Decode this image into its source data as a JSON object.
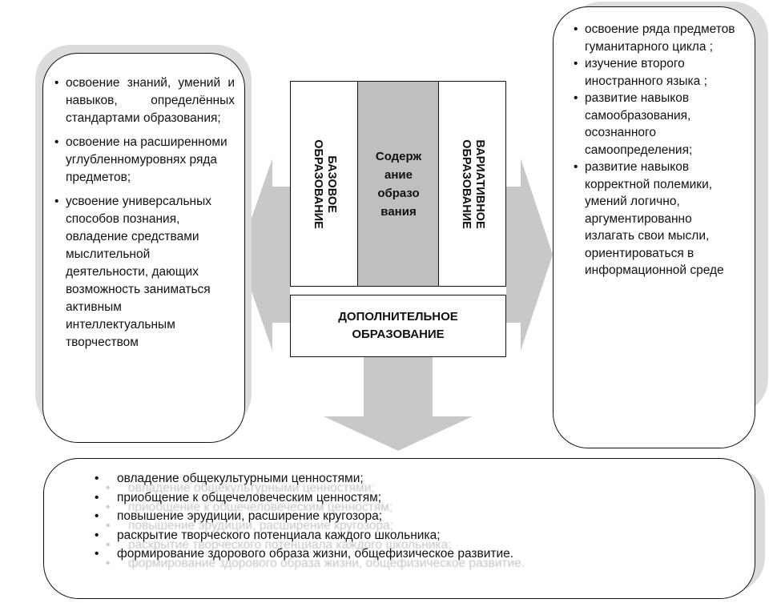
{
  "diagram": {
    "left_items": [
      "освоение знаний, умений и навыков, определённых стандартами образования;",
      "освоение на расширенноми углубленномуровнях ряда предметов;",
      "усвоение универсальных способов познания, овладение средствами мыслительной деятельности, дающих возможность заниматься активным интеллектуальным творчеством"
    ],
    "right_items": [
      "освоение ряда предметов гуманитарного цикла ;",
      "изучение второго иностранного языка ;",
      "развитие навыков самообразования, осознанного самоопределения;",
      "развитие навыков корректной полемики, умений логично, аргументированно излагать свои мысли, ориентироваться в информационной среде"
    ],
    "base_label": "БАЗОВОЕ ОБРАЗОВАНИЕ",
    "content_label": "Содерж ание образо вания",
    "variative_label": "ВАРИАТИВНОЕ ОБРАЗОВАНИЕ",
    "additional_label": "ДОПОЛНИТЕЛЬНОЕ ОБРАЗОВАНИЕ",
    "bottom_items": [
      "овладение общекультурными ценностями;",
      "приобщение к общечеловеческим ценностям;",
      "повышение эрудиции, расширение кругозора;",
      "раскрытие творческого потенциала каждого школьника;",
      "формирование здорового образа жизни, общефизическое развитие."
    ],
    "colors": {
      "arrow": "#c8c8c8",
      "center_fill": "#bfbfbf",
      "shadow": "#dcdcdc",
      "outline": "#111111"
    }
  }
}
